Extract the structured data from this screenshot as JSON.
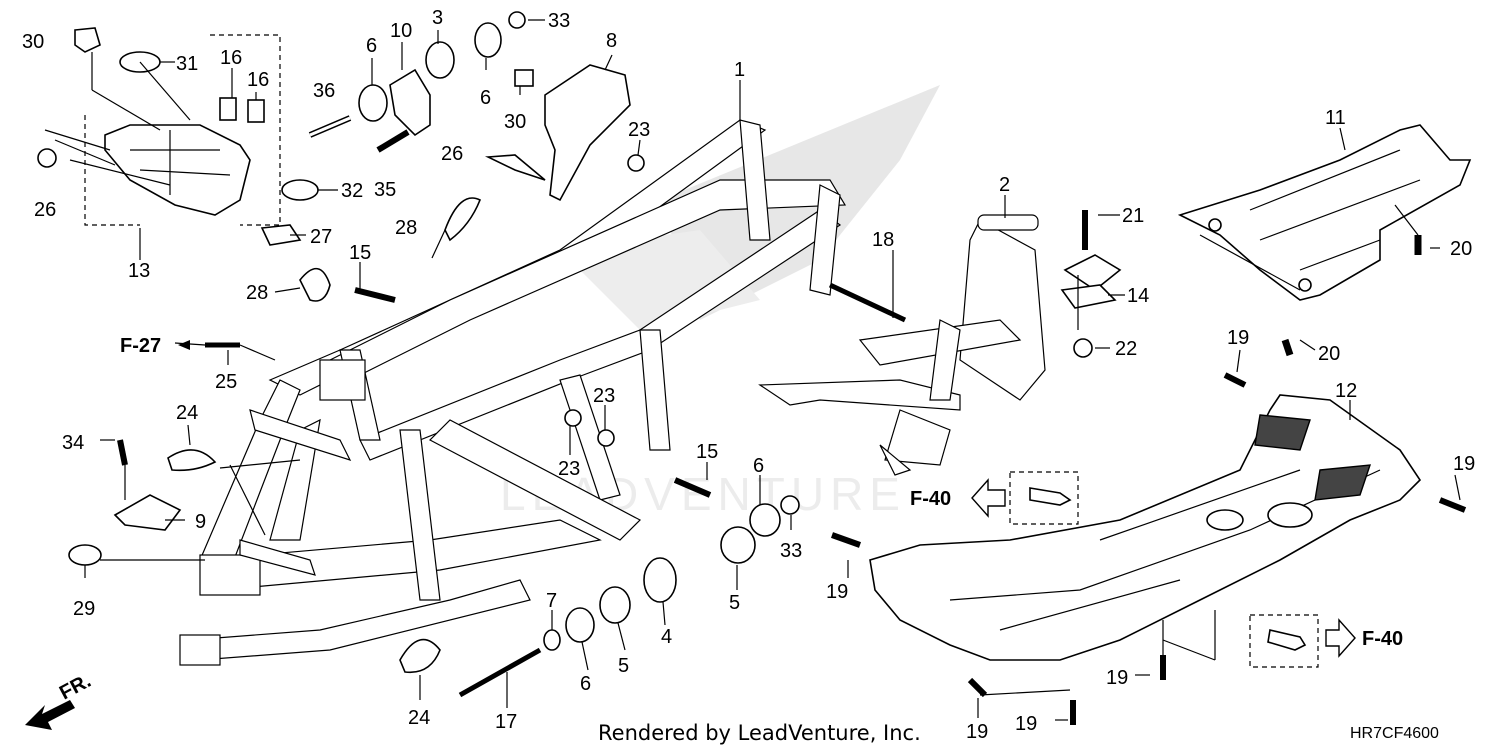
{
  "footer": {
    "credit": "Rendered by LeadVenture, Inc.",
    "diagram_code": "HR7CF4600"
  },
  "watermark": "LEADVENTURE",
  "direction_label": "FR.",
  "references": {
    "f27": "F-27",
    "f40_left": "F-40",
    "f40_right": "F-40"
  },
  "callouts": [
    {
      "id": "c30a",
      "label": "30"
    },
    {
      "id": "c31",
      "label": "31"
    },
    {
      "id": "c16a",
      "label": "16"
    },
    {
      "id": "c16b",
      "label": "16"
    },
    {
      "id": "c36",
      "label": "36"
    },
    {
      "id": "c6a",
      "label": "6"
    },
    {
      "id": "c10",
      "label": "10"
    },
    {
      "id": "c3",
      "label": "3"
    },
    {
      "id": "c6b",
      "label": "6"
    },
    {
      "id": "c33a",
      "label": "33"
    },
    {
      "id": "c8",
      "label": "8"
    },
    {
      "id": "c30b",
      "label": "30"
    },
    {
      "id": "c1",
      "label": "1"
    },
    {
      "id": "c23a",
      "label": "23"
    },
    {
      "id": "c26a",
      "label": "26"
    },
    {
      "id": "c35",
      "label": "35"
    },
    {
      "id": "c32",
      "label": "32"
    },
    {
      "id": "c26b",
      "label": "26"
    },
    {
      "id": "c27",
      "label": "27"
    },
    {
      "id": "c13",
      "label": "13"
    },
    {
      "id": "c28a",
      "label": "28"
    },
    {
      "id": "c15a",
      "label": "15"
    },
    {
      "id": "c28b",
      "label": "28"
    },
    {
      "id": "c25",
      "label": "25"
    },
    {
      "id": "c24a",
      "label": "24"
    },
    {
      "id": "c34",
      "label": "34"
    },
    {
      "id": "c9",
      "label": "9"
    },
    {
      "id": "c29",
      "label": "29"
    },
    {
      "id": "c23b",
      "label": "23"
    },
    {
      "id": "c23c",
      "label": "23"
    },
    {
      "id": "c15b",
      "label": "15"
    },
    {
      "id": "c6c",
      "label": "6"
    },
    {
      "id": "c33b",
      "label": "33"
    },
    {
      "id": "c5a",
      "label": "5"
    },
    {
      "id": "c4",
      "label": "4"
    },
    {
      "id": "c7",
      "label": "7"
    },
    {
      "id": "c6d",
      "label": "6"
    },
    {
      "id": "c5b",
      "label": "5"
    },
    {
      "id": "c17",
      "label": "17"
    },
    {
      "id": "c24b",
      "label": "24"
    },
    {
      "id": "c2",
      "label": "2"
    },
    {
      "id": "c18",
      "label": "18"
    },
    {
      "id": "c21",
      "label": "21"
    },
    {
      "id": "c14",
      "label": "14"
    },
    {
      "id": "c22",
      "label": "22"
    },
    {
      "id": "c11",
      "label": "11"
    },
    {
      "id": "c20a",
      "label": "20"
    },
    {
      "id": "c20b",
      "label": "20"
    },
    {
      "id": "c19a",
      "label": "19"
    },
    {
      "id": "c12",
      "label": "12"
    },
    {
      "id": "c19b",
      "label": "19"
    },
    {
      "id": "c19c",
      "label": "19"
    },
    {
      "id": "c19d",
      "label": "19"
    },
    {
      "id": "c19e",
      "label": "19"
    },
    {
      "id": "c19f",
      "label": "19"
    }
  ]
}
